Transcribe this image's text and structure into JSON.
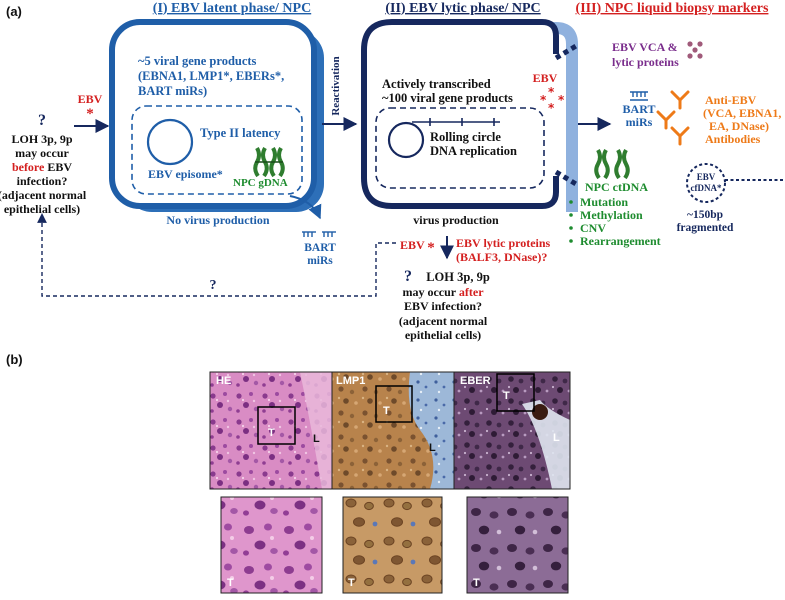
{
  "panel_labels": {
    "a": "(a)",
    "b": "(b)"
  },
  "colors": {
    "latent_blue": "#1f5ea8",
    "dark_navy": "#16285e",
    "red": "#d42020",
    "green": "#1e8c2f",
    "purple": "#7a2d8c",
    "orange": "#ee7a18",
    "black": "#111111"
  },
  "section_titles": {
    "latent": "(I) EBV latent phase/ NPC",
    "lytic": "(II) EBV lytic phase/ NPC",
    "markers": "(III) NPC liquid biopsy markers"
  },
  "left": {
    "question_mark": "?",
    "loh": "LOH 3p, 9p",
    "may_occur": "may occur",
    "before": "before",
    "ebv_word": "EBV",
    "infection": "infection?",
    "adjacent": "(adjacent normal",
    "epithelial": "epithelial cells)",
    "ebv_label": "EBV",
    "star": "*"
  },
  "latent": {
    "line1": "~5 viral gene products",
    "line2": "(EBNA1, LMP1*, EBERs*,",
    "line3": "BART miRs)",
    "type2": "Type II latency",
    "episome": "EBV episome*",
    "npc_gdna": "NPC gDNA",
    "no_virus": "No virus production",
    "bart": "BART",
    "mirs": "miRs"
  },
  "reactivation": "Reactivation",
  "lytic": {
    "line1": "Actively transcribed",
    "line2": "~100 viral gene products",
    "rolling": "Rolling circle",
    "dna_rep": "DNA replication",
    "virus_prod": "virus production",
    "ebv_label": "EBV",
    "lytic_proteins_l1": "EBV lytic proteins",
    "lytic_proteins_l2": "(BALF3, DNase)?",
    "star": "*"
  },
  "lower_center": {
    "question_mark": "?",
    "loh": "LOH 3p, 9p",
    "may_occur": "may occur",
    "after": "after",
    "ebv_infection": "EBV infection?",
    "adjacent": "(adjacent normal",
    "epithelial": "epithelial cells)",
    "feedback_q": "?"
  },
  "markers": {
    "vca_l1": "EBV VCA &",
    "vca_l2": "lytic proteins",
    "ebv_label": "EBV",
    "bart": "BART",
    "mirs": "miRs",
    "anti_l1": "Anti-EBV",
    "anti_l2": "(VCA, EBNA1,",
    "anti_l3": "EA, DNase)",
    "anti_l4": "Antibodies",
    "ctdna": "NPC ctDNA",
    "bullets": [
      "Mutation",
      "Methylation",
      "CNV",
      "Rearrangement"
    ],
    "cfdna_l1": "EBV",
    "cfdna_l2": "cfDNA*",
    "frag_l1": "~150bp",
    "frag_l2": "fragmented"
  },
  "histology": {
    "stains": [
      "HE",
      "LMP1",
      "EBER"
    ],
    "tumor_label": "T",
    "lymph_label": "L"
  }
}
